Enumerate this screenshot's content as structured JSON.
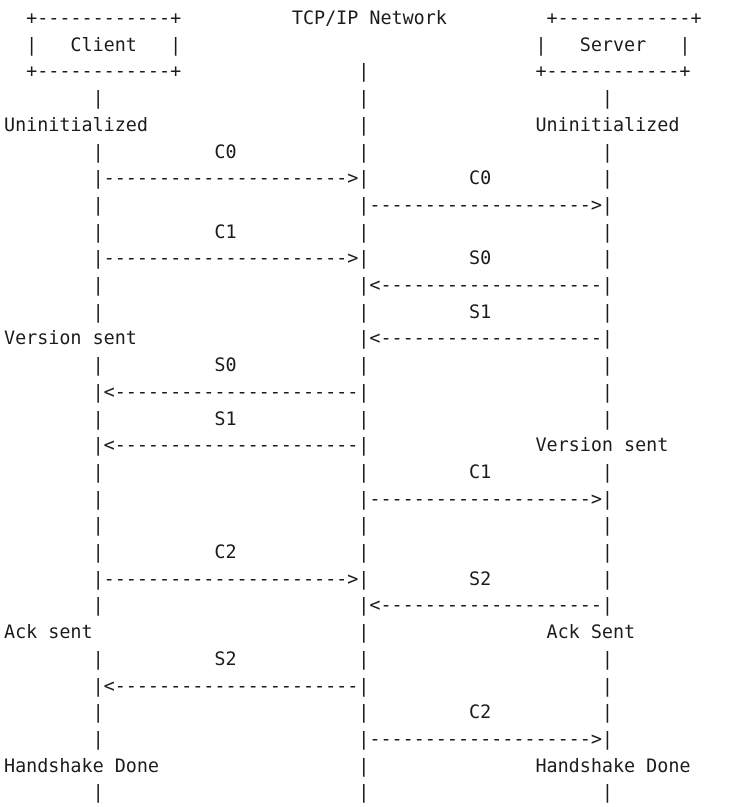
{
  "diagram": {
    "type": "ascii-sequence-diagram",
    "title_row": {
      "left_actor": "Client",
      "middle_actor": "TCP/IP Network",
      "right_actor": "Server"
    },
    "actors": [
      {
        "name": "Client",
        "boxed": true,
        "column": 2
      },
      {
        "name": "TCP/IP Network",
        "boxed": false,
        "column": 25
      },
      {
        "name": "Server",
        "boxed": true,
        "column": 47
      }
    ],
    "states": {
      "client": [
        "Uninitialized",
        "Version sent",
        "Ack sent",
        "Handshake Done"
      ],
      "server": [
        "Uninitialized",
        "Version sent",
        "Ack Sent",
        "Handshake Done"
      ]
    },
    "messages": [
      {
        "label": "C0",
        "from": "client",
        "to": "network",
        "direction": "right"
      },
      {
        "label": "C0",
        "from": "network",
        "to": "server",
        "direction": "right"
      },
      {
        "label": "C1",
        "from": "client",
        "to": "network",
        "direction": "right"
      },
      {
        "label": "S0",
        "from": "server",
        "to": "network",
        "direction": "left"
      },
      {
        "label": "S1",
        "from": "server",
        "to": "network",
        "direction": "left"
      },
      {
        "label": "S0",
        "from": "network",
        "to": "client",
        "direction": "left"
      },
      {
        "label": "S1",
        "from": "network",
        "to": "client",
        "direction": "left"
      },
      {
        "label": "C1",
        "from": "network",
        "to": "server",
        "direction": "right"
      },
      {
        "label": "C2",
        "from": "client",
        "to": "network",
        "direction": "right"
      },
      {
        "label": "S2",
        "from": "server",
        "to": "network",
        "direction": "left"
      },
      {
        "label": "S2",
        "from": "network",
        "to": "client",
        "direction": "left"
      },
      {
        "label": "C2",
        "from": "network",
        "to": "server",
        "direction": "right"
      }
    ],
    "colors": {
      "text": "#1b1b1b",
      "background": "#ffffff"
    },
    "art": "  +------------+          TCP/IP Network         +------------+\n  |   Client   |                                |   Server   |\n  +------------+                |               +------------+\n        |                       |                     |\nUninitialized                   |               Uninitialized\n        |          C0           |                     |\n        |---------------------->|         C0          |\n        |                       |-------------------->|\n        |          C1           |                     |\n        |---------------------->|         S0          |\n        |                       |<--------------------|\n        |                       |         S1          |\nVersion sent                    |<--------------------|\n        |          S0           |                     |\n        |<----------------------|                     |\n        |          S1           |                     |\n        |<----------------------|               Version sent\n        |                       |         C1          |\n        |                       |-------------------->|\n        |                       |                     |\n        |          C2           |                     |\n        |---------------------->|         S2          |\n        |                       |<--------------------|\nAck sent                        |                Ack Sent\n        |          S2           |                     |\n        |<----------------------|                     |\n        |                       |         C2          |\n        |                       |-------------------->|\nHandshake Done                  |               Handshake Done\n        |                       |                     |"
  }
}
